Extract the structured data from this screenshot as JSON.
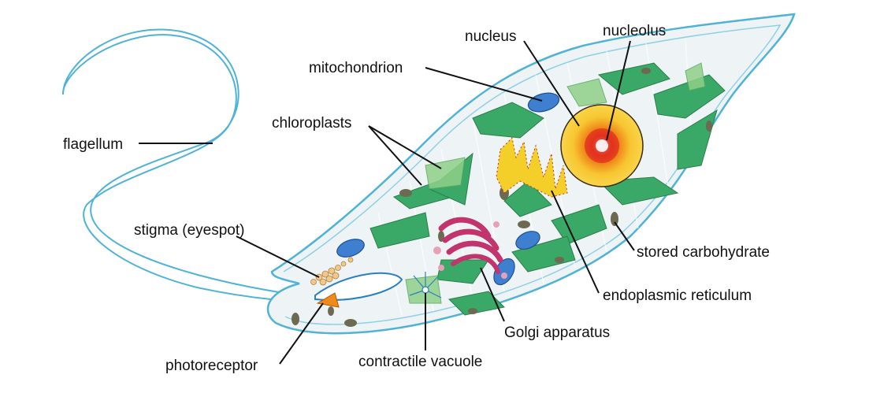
{
  "title": "Euglena cell diagram",
  "labels": {
    "nucleus": "nucleus",
    "nucleolus": "nucleolus",
    "mitochondrion": "mitochondrion",
    "chloroplasts": "chloroplasts",
    "flagellum": "flagellum",
    "stigma": "stigma (eyespot)",
    "stored_carbohydrate": "stored carbohydrate",
    "endoplasmic_reticulum": "endoplasmic reticulum",
    "golgi": "Golgi apparatus",
    "contractile_vacuole": "contractile vacuole",
    "photoreceptor": "photoreceptor"
  },
  "colors": {
    "membrane": "#4fb3d6",
    "cytoplasm": "#eef4f5",
    "chloroplast": "#3aa866",
    "mitochondrion": "#3f7fd0",
    "nucleus": "#f7c531",
    "nucleolus": "#e0301e",
    "golgi": "#c2346e",
    "er": "#f4cf2a",
    "photoreceptor": "#f08a1c",
    "stigma": "#f0c98a"
  }
}
